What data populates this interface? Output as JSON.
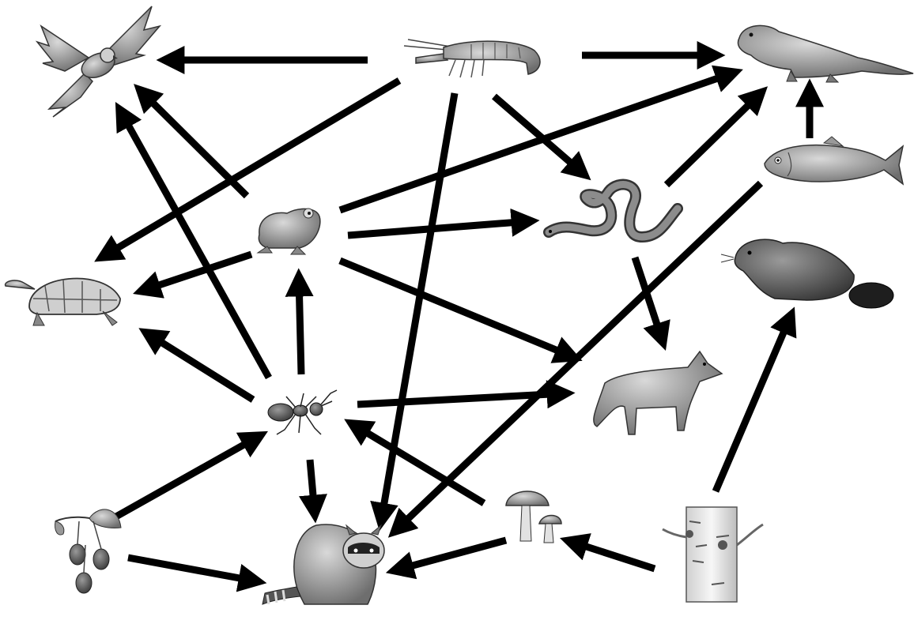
{
  "diagram": {
    "type": "food-web",
    "organisms": [
      {
        "id": "hawk",
        "icon": "hawk-icon"
      },
      {
        "id": "shrimp",
        "icon": "crayfish-icon"
      },
      {
        "id": "otter",
        "icon": "otter-icon"
      },
      {
        "id": "fish",
        "icon": "trout-icon"
      },
      {
        "id": "frog",
        "icon": "frog-icon"
      },
      {
        "id": "snake",
        "icon": "snake-icon"
      },
      {
        "id": "turtle",
        "icon": "turtle-icon"
      },
      {
        "id": "beaver",
        "icon": "beaver-icon"
      },
      {
        "id": "ant",
        "icon": "ant-icon"
      },
      {
        "id": "coyote",
        "icon": "coyote-icon"
      },
      {
        "id": "berries",
        "icon": "raspberry-icon"
      },
      {
        "id": "mushroom",
        "icon": "mushroom-icon"
      },
      {
        "id": "tree",
        "icon": "birch-tree-icon"
      },
      {
        "id": "raccoon",
        "icon": "raccoon-icon"
      }
    ],
    "arrows": [
      {
        "from": "shrimp",
        "to": "hawk"
      },
      {
        "from": "shrimp",
        "to": "otter"
      },
      {
        "from": "shrimp",
        "to": "turtle"
      },
      {
        "from": "shrimp",
        "to": "raccoon"
      },
      {
        "from": "shrimp",
        "to": "snake"
      },
      {
        "from": "frog",
        "to": "hawk"
      },
      {
        "from": "frog",
        "to": "otter"
      },
      {
        "from": "frog",
        "to": "snake"
      },
      {
        "from": "frog",
        "to": "turtle"
      },
      {
        "from": "frog",
        "to": "coyote"
      },
      {
        "from": "fish",
        "to": "otter"
      },
      {
        "from": "fish",
        "to": "raccoon"
      },
      {
        "from": "snake",
        "to": "otter"
      },
      {
        "from": "snake",
        "to": "coyote"
      },
      {
        "from": "ant",
        "to": "hawk"
      },
      {
        "from": "ant",
        "to": "frog"
      },
      {
        "from": "ant",
        "to": "turtle"
      },
      {
        "from": "ant",
        "to": "coyote"
      },
      {
        "from": "ant",
        "to": "raccoon"
      },
      {
        "from": "berries",
        "to": "ant"
      },
      {
        "from": "berries",
        "to": "raccoon"
      },
      {
        "from": "mushroom",
        "to": "ant"
      },
      {
        "from": "mushroom",
        "to": "raccoon"
      },
      {
        "from": "tree",
        "to": "mushroom"
      },
      {
        "from": "tree",
        "to": "beaver"
      }
    ]
  }
}
